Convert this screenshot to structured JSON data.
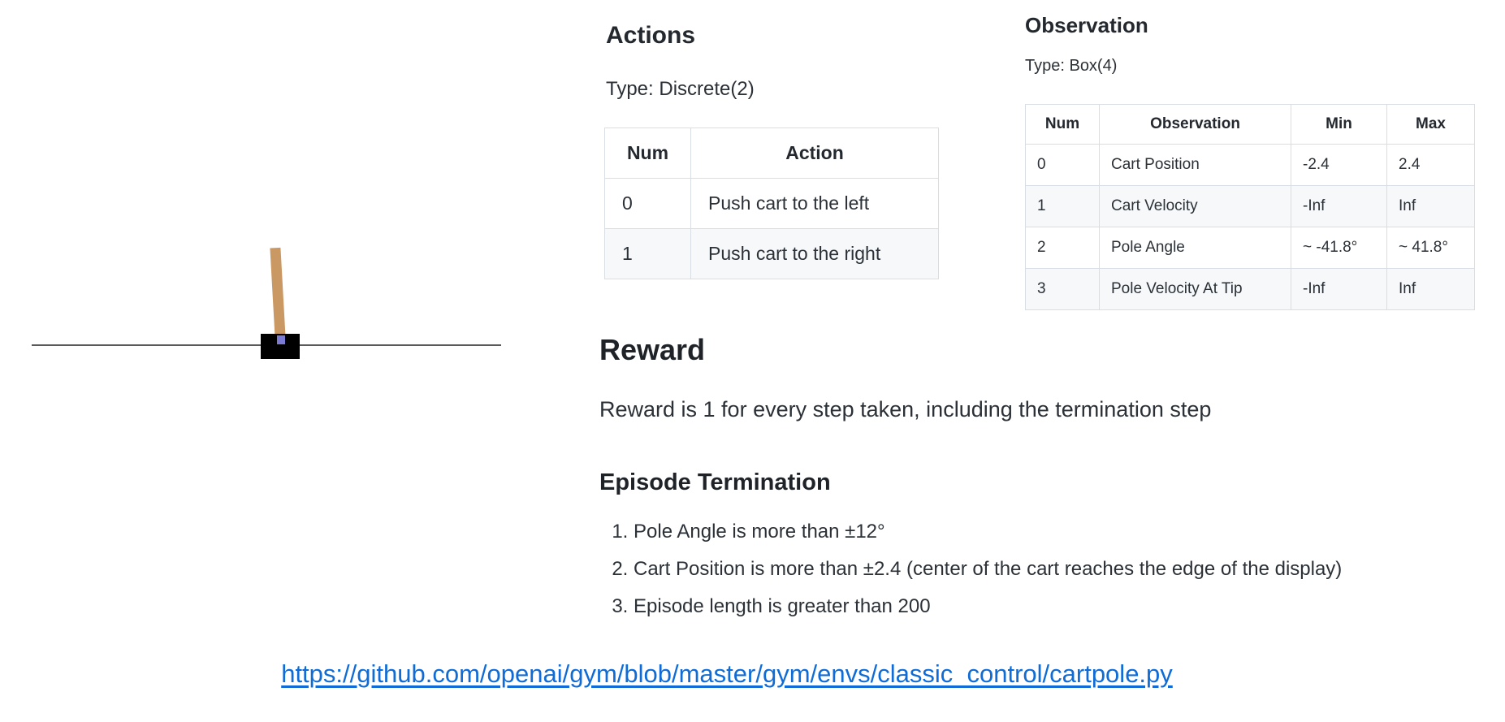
{
  "figure": {
    "name": "CartPole environment render",
    "cart_color": "#000000",
    "pole_color": "#ca9863",
    "axle_color": "#7b7bd4",
    "track_color": "#5a5a5a"
  },
  "actions": {
    "heading": "Actions",
    "type_label": "Type: Discrete(2)",
    "table": {
      "headers": [
        "Num",
        "Action"
      ],
      "rows": [
        [
          "0",
          "Push cart to the left"
        ],
        [
          "1",
          "Push cart to the right"
        ]
      ]
    }
  },
  "observation": {
    "heading": "Observation",
    "type_label": "Type: Box(4)",
    "table": {
      "headers": [
        "Num",
        "Observation",
        "Min",
        "Max"
      ],
      "rows": [
        [
          "0",
          "Cart Position",
          "-2.4",
          "2.4"
        ],
        [
          "1",
          "Cart Velocity",
          "-Inf",
          "Inf"
        ],
        [
          "2",
          "Pole Angle",
          "~ -41.8°",
          "~ 41.8°"
        ],
        [
          "3",
          "Pole Velocity At Tip",
          "-Inf",
          "Inf"
        ]
      ]
    }
  },
  "reward": {
    "heading": "Reward",
    "text": "Reward is 1 for every step taken, including the termination step"
  },
  "termination": {
    "heading": "Episode Termination",
    "items": [
      "Pole Angle is more than ±12°",
      "Cart Position is more than ±2.4 (center of the cart reaches the edge of the display)",
      "Episode length is greater than 200"
    ]
  },
  "link": {
    "url": "https://github.com/openai/gym/blob/master/gym/envs/classic_control/cartpole.py",
    "label": "https://github.com/openai/gym/blob/master/gym/envs/classic_control/cartpole.py"
  },
  "colors": {
    "link_blue": "#0f6cd6",
    "table_border": "#d8dee4",
    "table_alt_row": "#f6f8fa",
    "text": "#24292f"
  }
}
